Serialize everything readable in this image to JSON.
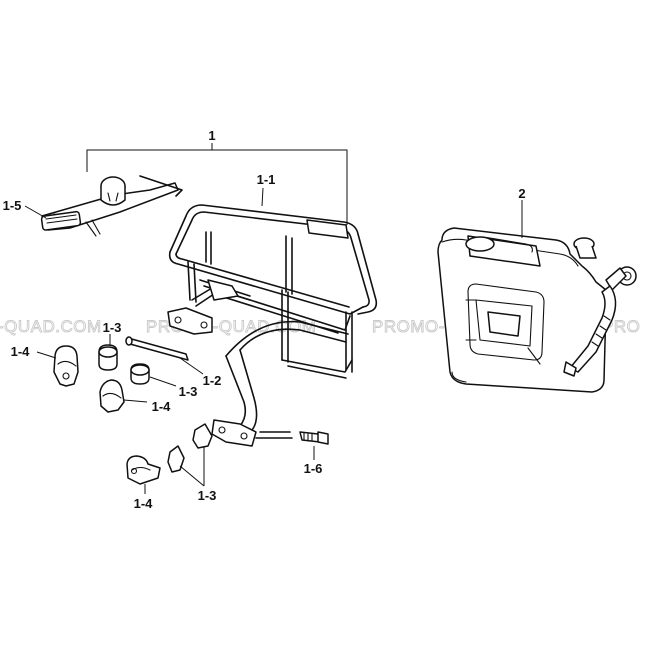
{
  "watermark": {
    "segments": [
      "-QUAD.COM",
      "PROMO-QUAD.COM",
      "PROMO-QUAD.COM",
      "PRO"
    ]
  },
  "callouts": {
    "assembly": "1",
    "rack": "1-1",
    "bar": "1-2",
    "collar_upper": "1-3",
    "collar_middle": "1-3",
    "collar_lower": "1-3",
    "clamp_left": "1-4",
    "clamp_middle": "1-4",
    "clamp_lower": "1-4",
    "holder": "1-5",
    "bolt": "1-6",
    "jerrycan": "2"
  }
}
